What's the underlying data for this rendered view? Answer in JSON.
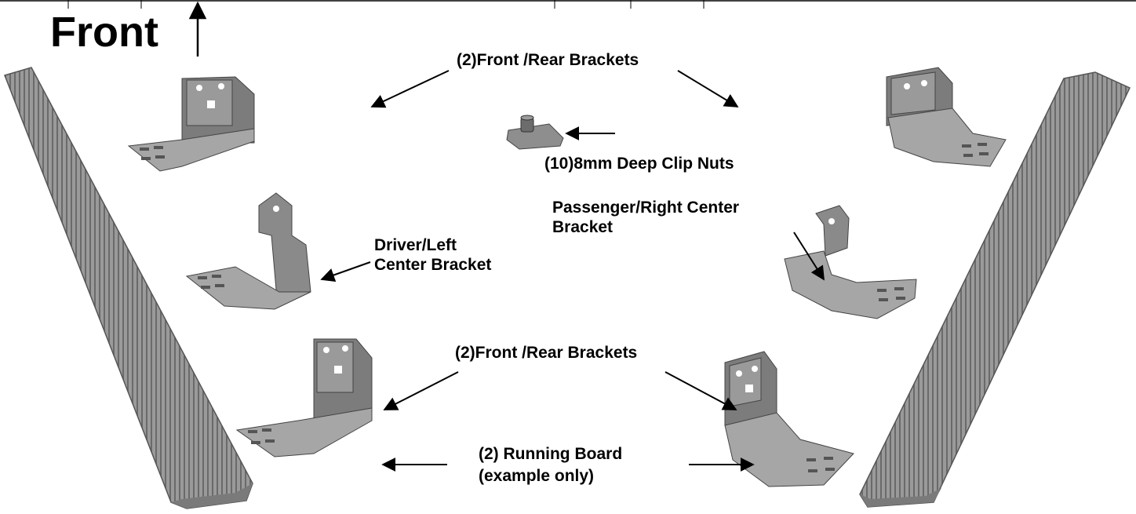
{
  "header_title": "Front",
  "labels": {
    "front_rear_top": "(2)Front /Rear Brackets",
    "clip_nuts": "(10)8mm Deep Clip Nuts",
    "passenger_line1": "Passenger/Right Center",
    "passenger_line2": "Bracket",
    "driver_line1": "Driver/Left",
    "driver_line2": "Center Bracket",
    "front_rear_bottom": "(2)Front /Rear Brackets",
    "running_board_line1": "(2) Running Board",
    "running_board_line2": "(example only)"
  },
  "colors": {
    "part_fill": "#8c8c8c",
    "part_dark": "#5a5a5a",
    "part_light": "#b8b8b8",
    "line": "#000000"
  }
}
